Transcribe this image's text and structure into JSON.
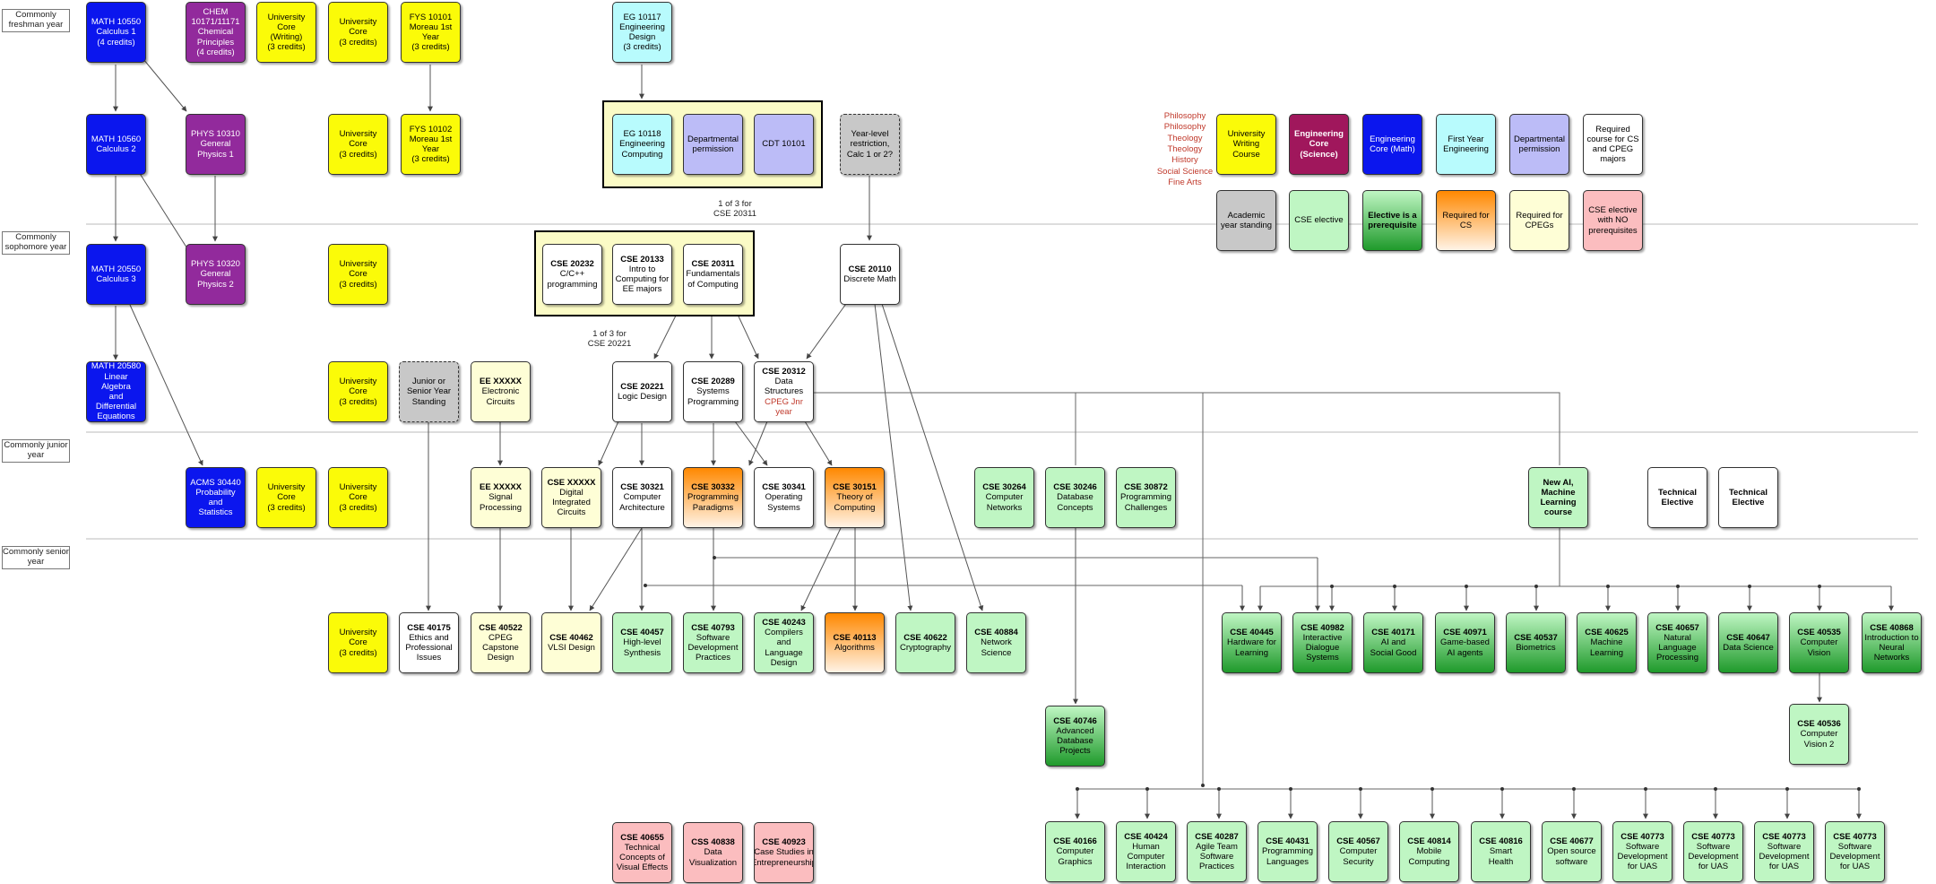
{
  "years": [
    {
      "label": "Commonly freshman year"
    },
    {
      "label": "Commonly sophomore year"
    },
    {
      "label": "Commonly junior year"
    },
    {
      "label": "Commonly senior year"
    }
  ],
  "annotations": {
    "one_of_3_20311": "1 of 3 for\nCSE 20311",
    "one_of_3_20221": "1 of 3 for\nCSE 20221"
  },
  "red_list": [
    "Philosophy",
    "Philosophy",
    "Theology",
    "Theology",
    "History",
    "Social Science",
    "Fine Arts"
  ],
  "colors": {
    "blue": "#0b16ee",
    "purple": "#922a9c",
    "yellow": "#fbfb08",
    "cyan": "#b8fbfd",
    "lavender": "#bcbcf7",
    "gray": "#c8c8c8",
    "cream": "#fefed6",
    "green": "#bff6c3",
    "dark_green": "#1f9a2b",
    "orange": "#ff8800",
    "pink": "#fbbdbf",
    "maroon": "#a0175c"
  },
  "legend": [
    {
      "label": "University Writing Course",
      "color": "yellow"
    },
    {
      "label": "Engineering Core (Science)",
      "color": "maroon"
    },
    {
      "label": "Engineering Core (Math)",
      "color": "blue"
    },
    {
      "label": "First Year Engineering",
      "color": "cyan"
    },
    {
      "label": "Departmental permission",
      "color": "lavender"
    },
    {
      "label": "Required course for CS and CPEG majors",
      "color": "white"
    },
    {
      "label": "Academic year standing",
      "color": "gray"
    },
    {
      "label": "CSE elective",
      "color": "green"
    },
    {
      "label": "Elective is a prerequisite",
      "color": "dark_green"
    },
    {
      "label": "Required for CS",
      "color": "orange"
    },
    {
      "label": "Required for CPEGs",
      "color": "cream"
    },
    {
      "label": "CSE elective with NO prerequisites",
      "color": "pink"
    }
  ],
  "courses": {
    "math10550": {
      "code": "MATH 10550",
      "title": "Calculus 1\n(4 credits)"
    },
    "chem": {
      "code": "CHEM\n10171/11171",
      "title": "Chemical\nPrinciples\n(4 credits)"
    },
    "ucw": {
      "code": "University\nCore\n(Writing)",
      "title": "(3 credits)"
    },
    "uc_f1": {
      "code": "University\nCore",
      "title": "(3 credits)"
    },
    "fys10101": {
      "code": "FYS 10101",
      "title": "Moreau 1st\nYear\n(3 credits)"
    },
    "eg10117": {
      "code": "EG 10117",
      "title": "Engineering\nDesign\n(3 credits)"
    },
    "math10560": {
      "code": "MATH 10560",
      "title": "Calculus 2"
    },
    "phys10310": {
      "code": "PHYS 10310",
      "title": "General\nPhysics 1"
    },
    "uc_f2": {
      "code": "University\nCore",
      "title": "(3 credits)"
    },
    "fys10102": {
      "code": "FYS 10102",
      "title": "Moreau 1st\nYear\n(3 credits)"
    },
    "eg10118": {
      "code": "EG 10118",
      "title": "Engineering\nComputing"
    },
    "deptperm": {
      "code": "",
      "title": "Departmental\npermission"
    },
    "cdt10101": {
      "code": "",
      "title": "CDT 10101"
    },
    "yearlevel": {
      "code": "",
      "title": "Year-level\nrestriction,\nCalc 1 or 2?"
    },
    "math20550": {
      "code": "MATH 20550",
      "title": "Calculus 3"
    },
    "phys10320": {
      "code": "PHYS 10320",
      "title": "General\nPhysics 2"
    },
    "uc_s1": {
      "code": "University\nCore",
      "title": "(3 credits)"
    },
    "cse20232": {
      "code": "CSE 20232",
      "title": "C/C++\nprogramming"
    },
    "cse20133": {
      "code": "CSE 20133",
      "title": "Intro to\nComputing for\nEE majors"
    },
    "cse20311": {
      "code": "CSE 20311",
      "title": "Fundamentals\nof Computing"
    },
    "cse20110": {
      "code": "CSE 20110",
      "title": "Discrete Math"
    },
    "math20580": {
      "code": "MATH 20580",
      "title": "Linear Algebra\nand Differential\nEquations"
    },
    "uc_s2": {
      "code": "University\nCore",
      "title": "(3 credits)"
    },
    "jrsr": {
      "code": "",
      "title": "Junior or\nSenior Year\nStanding"
    },
    "eexx1": {
      "code": "EE XXXXX",
      "title": "Electronic\nCircuits"
    },
    "cse20221": {
      "code": "CSE 20221",
      "title": "Logic Design"
    },
    "cse20289": {
      "code": "CSE 20289",
      "title": "Systems\nProgramming"
    },
    "cse20312": {
      "code": "CSE 20312",
      "title": "Data\nStructures",
      "note": "CPEG Jnr year"
    },
    "acms30440": {
      "code": "ACMS 30440",
      "title": "Probability and\nStatistics"
    },
    "uc_j1": {
      "code": "University\nCore",
      "title": "(3 credits)"
    },
    "uc_j2": {
      "code": "University\nCore",
      "title": "(3 credits)"
    },
    "eexx2": {
      "code": "EE XXXXX",
      "title": "Signal\nProcessing"
    },
    "csexx": {
      "code": "CSE XXXXX",
      "title": "Digital\nIntegrated\nCircuits"
    },
    "cse30321": {
      "code": "CSE 30321",
      "title": "Computer\nArchitecture"
    },
    "cse30332": {
      "code": "CSE 30332",
      "title": "Programming\nParadigms"
    },
    "cse30341": {
      "code": "CSE 30341",
      "title": "Operating\nSystems"
    },
    "cse30151": {
      "code": "CSE 30151",
      "title": "Theory of\nComputing"
    },
    "cse30264": {
      "code": "CSE 30264",
      "title": "Computer\nNetworks"
    },
    "cse30246": {
      "code": "CSE 30246",
      "title": "Database\nConcepts"
    },
    "cse30872": {
      "code": "CSE 30872",
      "title": "Programming\nChallenges"
    },
    "newai": {
      "code": "New AI,\nMachine\nLearning\ncourse",
      "title": ""
    },
    "tech1": {
      "code": "Technical\nElective",
      "title": ""
    },
    "tech2": {
      "code": "Technical\nElective",
      "title": ""
    },
    "uc_sr": {
      "code": "University\nCore",
      "title": "(3 credits)"
    },
    "cse40175": {
      "code": "CSE 40175",
      "title": "Ethics and\nProfessional\nIssues"
    },
    "cse40522": {
      "code": "CSE 40522",
      "title": "CPEG\nCapstone\nDesign"
    },
    "cse40462": {
      "code": "CSE 40462",
      "title": "VLSI Design"
    },
    "cse40457": {
      "code": "CSE 40457",
      "title": "High-level\nSynthesis"
    },
    "cse40793": {
      "code": "CSE 40793",
      "title": "Software\nDevelopment\nPractices"
    },
    "cse40243": {
      "code": "CSE 40243",
      "title": "Compilers and\nLanguage\nDesign"
    },
    "cse40113": {
      "code": "CSE 40113",
      "title": "Algorithms"
    },
    "cse40622": {
      "code": "CSE 40622",
      "title": "Cryptography"
    },
    "cse40884": {
      "code": "CSE 40884",
      "title": "Network\nScience"
    },
    "cse40445": {
      "code": "CSE 40445",
      "title": "Hardware for\nLearning"
    },
    "cse40982": {
      "code": "CSE 40982",
      "title": "Interactive\nDialogue\nSystems"
    },
    "cse40171": {
      "code": "CSE 40171",
      "title": "AI and\nSocial Good"
    },
    "cse40971": {
      "code": "CSE 40971",
      "title": "Game-based\nAI agents"
    },
    "cse40537": {
      "code": "CSE 40537",
      "title": "Biometrics"
    },
    "cse40625": {
      "code": "CSE 40625",
      "title": "Machine\nLearning"
    },
    "cse40657": {
      "code": "CSE 40657",
      "title": "Natural\nLanguage\nProcessing"
    },
    "cse40647": {
      "code": "CSE 40647",
      "title": "Data Science"
    },
    "cse40535": {
      "code": "CSE 40535",
      "title": "Computer\nVision"
    },
    "cse40868": {
      "code": "CSE 40868",
      "title": "Introduction to\nNeural\nNetworks"
    },
    "cse40746": {
      "code": "CSE 40746",
      "title": "Advanced\nDatabase\nProjects"
    },
    "cse40536": {
      "code": "CSE 40536",
      "title": "Computer\nVision 2"
    },
    "cse40655": {
      "code": "CSE 40655",
      "title": "Technical\nConcepts of\nVisual Effects"
    },
    "css40838": {
      "code": "CSS 40838",
      "title": "Data\nVisualization"
    },
    "cse40923": {
      "code": "CSE 40923",
      "title": "Case Studies in\nEntrepreneurship"
    },
    "cse40166": {
      "code": "CSE 40166",
      "title": "Computer\nGraphics"
    },
    "cse40424": {
      "code": "CSE 40424",
      "title": "Human\nComputer\nInteraction"
    },
    "cse40287": {
      "code": "CSE 40287",
      "title": "Agile Team\nSoftware\nPractices"
    },
    "cse40431": {
      "code": "CSE 40431",
      "title": "Programming\nLanguages"
    },
    "cse40567": {
      "code": "CSE 40567",
      "title": "Computer\nSecurity"
    },
    "cse40814": {
      "code": "CSE 40814",
      "title": "Mobile\nComputing"
    },
    "cse40816": {
      "code": "CSE 40816",
      "title": "Smart\nHealth"
    },
    "cse40677": {
      "code": "CSE 40677",
      "title": "Open source\nsoftware"
    },
    "cse40773a": {
      "code": "CSE 40773",
      "title": "Software\nDevelopment\nfor UAS"
    },
    "cse40773b": {
      "code": "CSE 40773",
      "title": "Software\nDevelopment\nfor UAS"
    },
    "cse40773c": {
      "code": "CSE 40773",
      "title": "Software\nDevelopment\nfor UAS"
    },
    "cse40773d": {
      "code": "CSE 40773",
      "title": "Software\nDevelopment\nfor UAS"
    }
  }
}
